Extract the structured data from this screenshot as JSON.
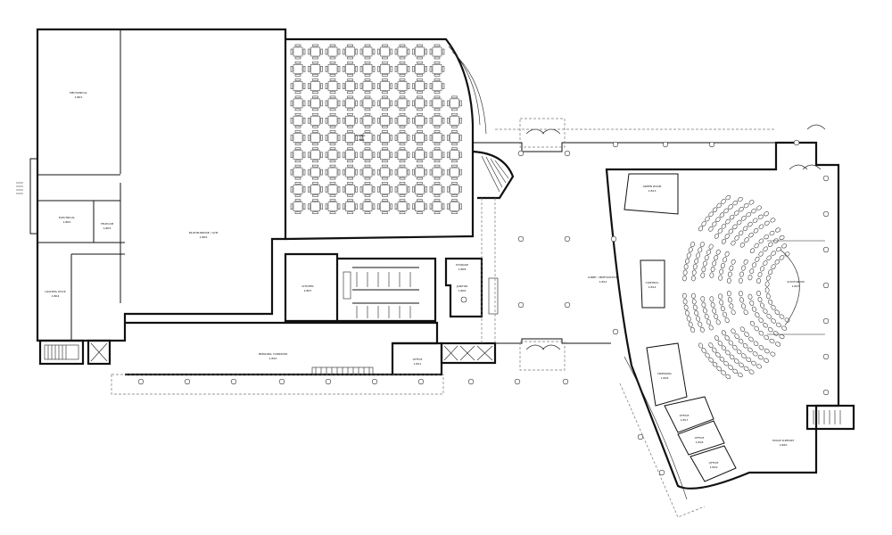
{
  "rooms": [
    {
      "id": "mechanical",
      "name": "MECHANICAL",
      "code": "1-B01"
    },
    {
      "id": "electrical",
      "name": "ELECTRICAL",
      "code": "1-B02"
    },
    {
      "id": "telecom",
      "name": "TELECOM",
      "code": "1-B03"
    },
    {
      "id": "loading",
      "name": "LOADING DOCK",
      "code": "1-B04"
    },
    {
      "id": "multipurpose",
      "name": "MULTIPURPOSE / GYM",
      "code": "1-B05"
    },
    {
      "id": "dining",
      "name": "DINING",
      "code": "1-B06"
    },
    {
      "id": "kitchen",
      "name": "KITCHEN",
      "code": "1-B07"
    },
    {
      "id": "storage",
      "name": "STORAGE",
      "code": "1-B08"
    },
    {
      "id": "janitor",
      "name": "JANITOR",
      "code": "1-B09"
    },
    {
      "id": "concourse",
      "name": "PRINCIPAL CORRIDOR",
      "code": "1-B10"
    },
    {
      "id": "office",
      "name": "OFFICE",
      "code": "1-B11"
    },
    {
      "id": "lobby",
      "name": "LOBBY / PREFUNCTION",
      "code": "1-B12"
    },
    {
      "id": "green_room",
      "name": "GREEN ROOM",
      "code": "1-B13"
    },
    {
      "id": "control",
      "name": "CONTROL",
      "code": "1-B14"
    },
    {
      "id": "auditorium",
      "name": "AUDITORIUM",
      "code": "1-B15"
    },
    {
      "id": "dressing",
      "name": "DRESSING",
      "code": "1-B16"
    },
    {
      "id": "office2",
      "name": "OFFICE",
      "code": "1-B17"
    },
    {
      "id": "office3",
      "name": "OFFICE",
      "code": "1-B18"
    },
    {
      "id": "office4",
      "name": "OFFICE",
      "code": "1-B19"
    },
    {
      "id": "stage_support",
      "name": "STAGE SUPPORT",
      "code": "1-B20"
    }
  ],
  "colors": {
    "ink": "#111111",
    "dashed": "#777777",
    "paper": "#ffffff"
  }
}
